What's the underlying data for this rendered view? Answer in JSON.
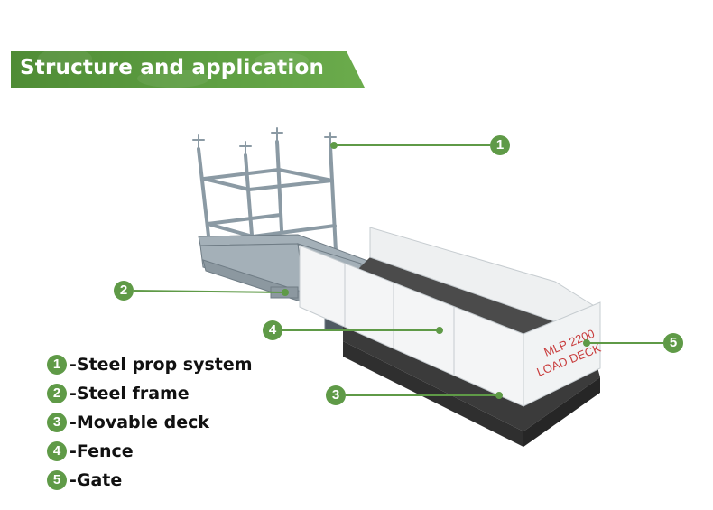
{
  "header": {
    "title": "Structure and application"
  },
  "deck_marking": {
    "line1": "MLP 2200",
    "line2": "LOAD DECK"
  },
  "callouts": [
    "1",
    "2",
    "3",
    "4",
    "5"
  ],
  "legend": [
    {
      "number": "1",
      "text": "-Steel prop system"
    },
    {
      "number": "2",
      "text": "-Steel frame"
    },
    {
      "number": "3",
      "text": "-Movable deck"
    },
    {
      "number": "4",
      "text": "-Fence"
    },
    {
      "number": "5",
      "text": "-Gate"
    }
  ],
  "colors": {
    "accent": "#5f9a47",
    "banner": "#5a9a3e",
    "marking": "#c83a3a"
  }
}
